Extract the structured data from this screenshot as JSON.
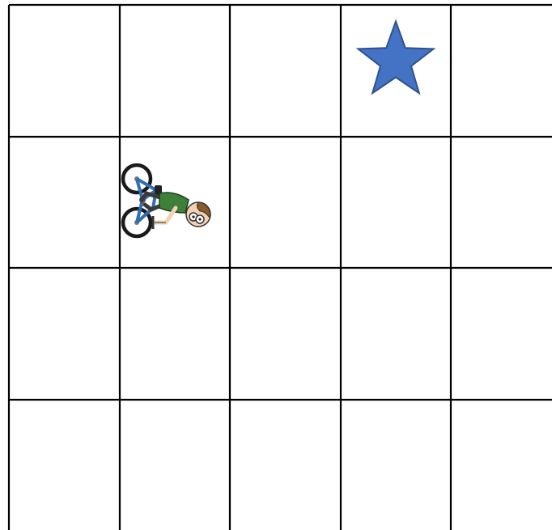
{
  "grid": {
    "rows": 4,
    "cols": 5,
    "line_color": "#000000",
    "background": "#ffffff"
  },
  "pieces": [
    {
      "name": "cyclist",
      "icon": "cyclist-icon",
      "row": 1,
      "col": 1,
      "colors": {
        "frame": "#2f6db5",
        "shirt": "#3e7f3a",
        "hair": "#8a5a2b",
        "skin": "#f3d2b3",
        "tire": "#1a1a1a"
      }
    },
    {
      "name": "goal",
      "icon": "star-icon",
      "row": 0,
      "col": 3,
      "colors": {
        "fill": "#4472c4",
        "stroke": "#2f528f"
      }
    }
  ]
}
